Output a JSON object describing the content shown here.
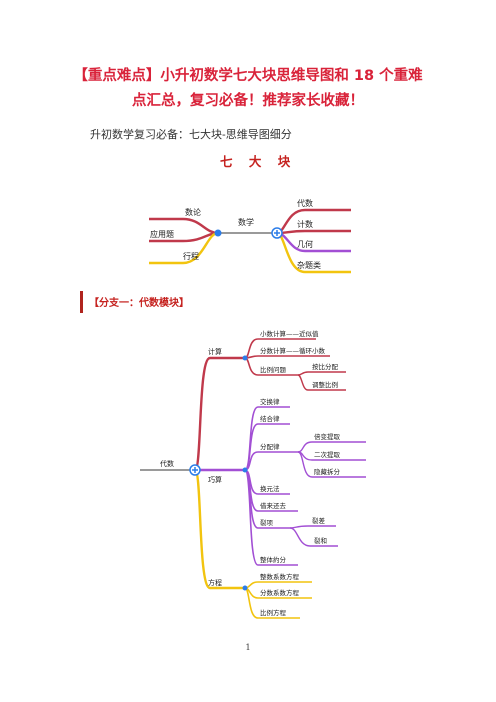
{
  "title_line1": "【重点难点】小升初数学七大块思维导图和 18 个重难",
  "title_line2": "点汇总，复习必备！推荐家长收藏！",
  "subtitle": "升初数学复习必备：七大块-思维导图细分",
  "section_heading": "七 大 块",
  "mindmap1": {
    "center": "数学",
    "left_nodes": [
      "数论",
      "应用题",
      "行程"
    ],
    "right_nodes": [
      "代数",
      "计数",
      "几何",
      "杂题类"
    ]
  },
  "branch_title": "【分支一：代数模块】",
  "mindmap2": {
    "root": "代数",
    "jisuan": {
      "label": "计算",
      "items": [
        "小数计算——近似值",
        "分数计算——循环小数",
        "比例问题"
      ],
      "bili_children": [
        "按比分配",
        "调整比例"
      ]
    },
    "qiaosuan": {
      "label": "巧算",
      "items": [
        "交换律",
        "结合律",
        "分配律",
        "换元法",
        "借来还去",
        "裂项",
        "整体約分"
      ],
      "fenpei_children": [
        "倍变提取",
        "二次提取",
        "隐藏拆分"
      ],
      "liexiang_children": [
        "裂差",
        "裂和"
      ]
    },
    "fangcheng": {
      "label": "方程",
      "items": [
        "整数系数方程",
        "分数系数方程",
        "比例方程"
      ]
    }
  },
  "page_number": "1",
  "colors": {
    "red": "#c0394b",
    "yellow": "#f2c40f",
    "purple": "#a24fd4",
    "gray": "#9a9a9a",
    "blue": "#2b7de9"
  }
}
